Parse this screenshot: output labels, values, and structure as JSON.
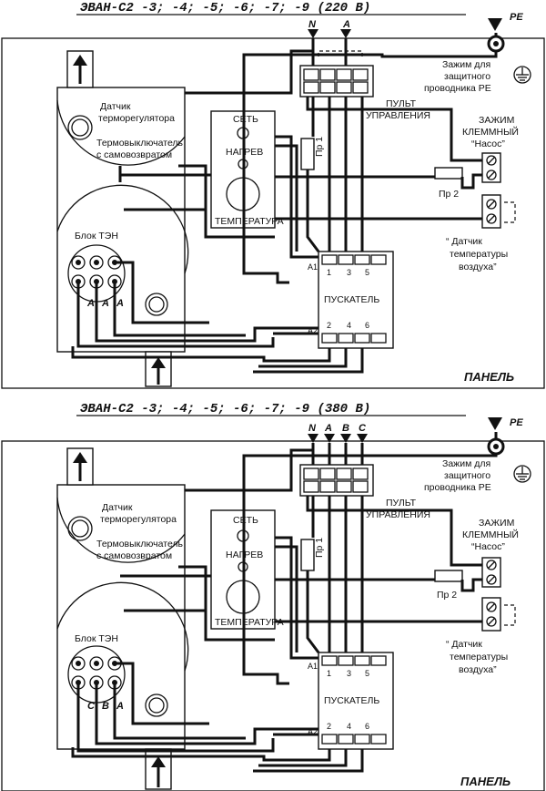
{
  "panels": [
    {
      "title": "ЭВАН-С2 -3; -4; -5; -6; -7; -9 (220 В)",
      "panel_label": "ПАНЕЛЬ",
      "phases": [
        "N",
        "A"
      ],
      "pe": "PE",
      "pe_clamp": [
        "Зажим для",
        "защитного",
        "проводника PE"
      ],
      "sensor_thermo": [
        "Датчик",
        "терморегулятора"
      ],
      "thermo_switch": [
        "Термовыключатель",
        "с самовозвратом"
      ],
      "heater_block": "Блок ТЭН",
      "heater_phases": [
        "A",
        "A",
        "A"
      ],
      "control_panel": [
        "ПУЛЬТ",
        "УПРАВЛЕНИЯ"
      ],
      "lbl_power": "СЕТЬ",
      "lbl_heat": "НАГРЕВ",
      "lbl_temp": "ТЕМПЕРАТУРА",
      "fuse1": "Пр 1",
      "fuse2": "Пр 2",
      "pump_clamp": [
        "ЗАЖИМ",
        "КЛЕММНЫЙ",
        "“Насос”"
      ],
      "air_sensor": [
        "“ Датчик",
        "температуры",
        "воздуха”"
      ],
      "starter": "ПУСКАТЕЛЬ",
      "starter_top": [
        "1",
        "3",
        "5"
      ],
      "starter_bottom": [
        "2",
        "4",
        "6"
      ],
      "a1": "A1",
      "a2": "A2"
    },
    {
      "title": "ЭВАН-С2 -3; -4; -5; -6; -7; -9 (380 В)",
      "panel_label": "ПАНЕЛЬ",
      "phases": [
        "N",
        "A",
        "B",
        "C"
      ],
      "pe": "PE",
      "pe_clamp": [
        "Зажим для",
        "защитного",
        "проводника PE"
      ],
      "sensor_thermo": [
        "Датчик",
        "терморегулятора"
      ],
      "thermo_switch": [
        "Термовыключатель",
        "с самовозвратом"
      ],
      "heater_block": "Блок ТЭН",
      "heater_phases": [
        "C",
        "B",
        "A"
      ],
      "control_panel": [
        "ПУЛЬТ",
        "УПРАВЛЕНИЯ"
      ],
      "lbl_power": "СЕТЬ",
      "lbl_heat": "НАГРЕВ",
      "lbl_temp": "ТЕМПЕРАТУРА",
      "fuse1": "Пр 1",
      "fuse2": "Пр 2",
      "pump_clamp": [
        "ЗАЖИМ",
        "КЛЕММНЫЙ",
        "“Насос”"
      ],
      "air_sensor": [
        "“ Датчик",
        "температуры",
        "воздуха”"
      ],
      "starter": "ПУСКАТЕЛЬ",
      "starter_top": [
        "1",
        "3",
        "5"
      ],
      "starter_bottom": [
        "2",
        "4",
        "6"
      ],
      "a1": "A1",
      "a2": "A2"
    }
  ]
}
